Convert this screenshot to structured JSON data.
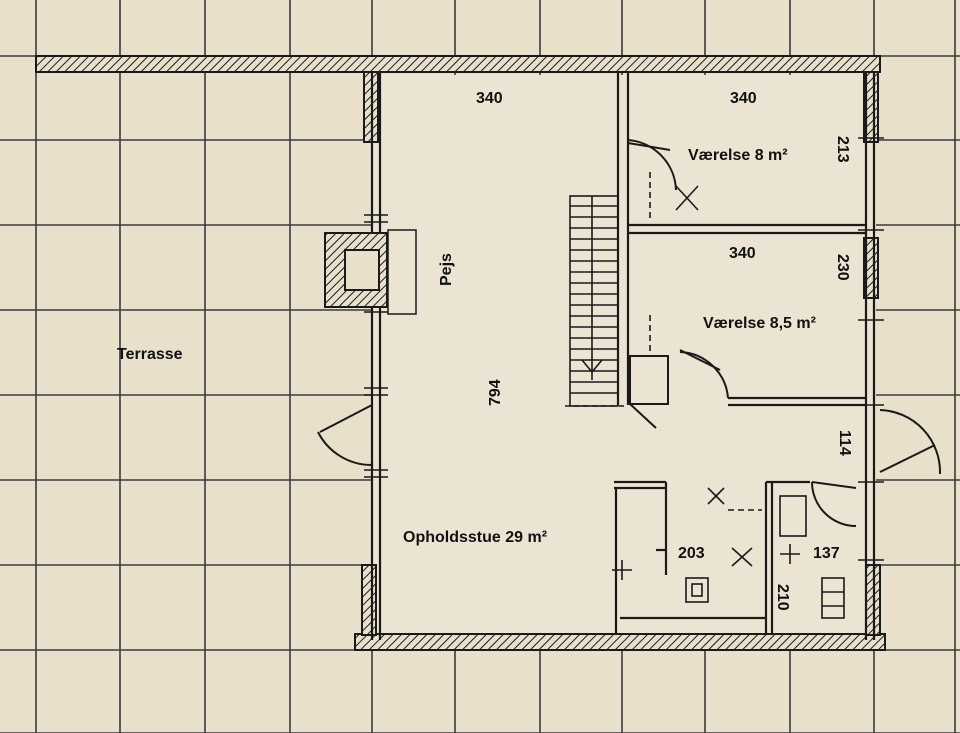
{
  "plan": {
    "rooms": {
      "terrace": "Terrasse",
      "living": "Opholdsstue 29 m²",
      "bedroom_a": "Værelse 8 m²",
      "bedroom_b": "Værelse 8,5 m²",
      "fireplace": "Pejs"
    },
    "dimensions": {
      "living_width": "340",
      "bedroom_a_width": "340",
      "bedroom_a_depth": "213",
      "bedroom_b_width": "340",
      "bedroom_b_depth": "230",
      "living_length": "794",
      "entry_depth": "114",
      "kitchen_width": "203",
      "bath_width": "137",
      "bath_depth": "210"
    },
    "colors": {
      "paper": "#e9e0cc",
      "wall": "#1a1a1a",
      "grid": "#3a3a3a"
    }
  }
}
